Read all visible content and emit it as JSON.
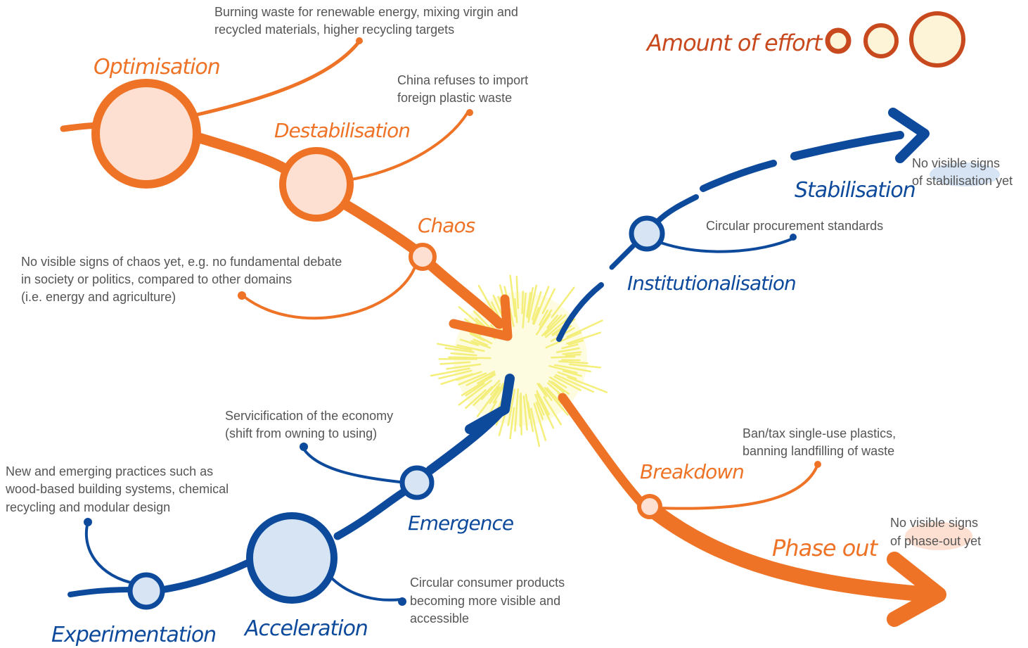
{
  "legend": {
    "title": "Amount of effort"
  },
  "phases": {
    "optimisation": "Optimisation",
    "destabilisation": "Destabilisation",
    "chaos": "Chaos",
    "breakdown": "Breakdown",
    "phase_out": "Phase out",
    "experimentation": "Experimentation",
    "acceleration": "Acceleration",
    "emergence": "Emergence",
    "institutionalisation": "Institutionalisation",
    "stabilisation": "Stabilisation"
  },
  "notes": {
    "optimisation": [
      "Burning waste for renewable energy, mixing virgin and",
      "recycled materials, higher recycling targets"
    ],
    "destabilisation": [
      "China refuses to import",
      "foreign plastic waste"
    ],
    "chaos": [
      "No visible signs of chaos yet, e.g. no fundamental debate",
      "in society or politics, compared to other domains",
      "(i.e. energy and agriculture)"
    ],
    "breakdown": [
      "Ban/tax single-use plastics,",
      "banning landfilling of waste"
    ],
    "phase_out": [
      "No visible signs",
      "of phase-out yet"
    ],
    "experimentation": [
      "New and emerging practices such as",
      "wood-based building systems, chemical",
      "recycling and modular design"
    ],
    "acceleration": [
      "Circular consumer products",
      "becoming more visible and",
      "accessible"
    ],
    "emergence": [
      "Servicification of the economy",
      "(shift from owning to using)"
    ],
    "institutionalisation": [
      "Circular procurement standards"
    ],
    "stabilisation": [
      "No visible signs",
      "of stabilisation yet"
    ]
  },
  "colors": {
    "orange": "#ee7326",
    "orange_fill": "#fde0d1",
    "blue": "#0d4a9c",
    "blue_fill": "#d6e4f4",
    "legend_stroke": "#c8491e",
    "legend_fill": "#fdf3d6",
    "burst": "#f4ee7a"
  }
}
